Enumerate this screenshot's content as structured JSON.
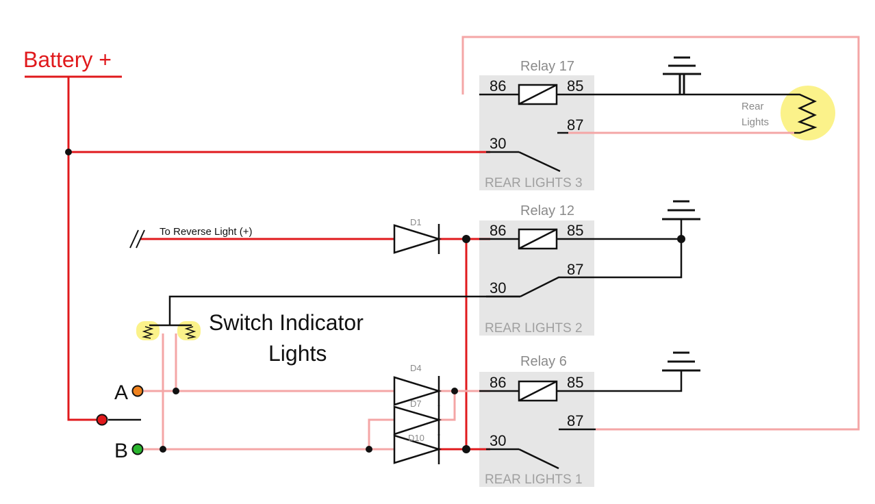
{
  "battery": {
    "label": "Battery +"
  },
  "reverse": {
    "label": "To Reverse Light (+)"
  },
  "indicator": {
    "line1": "Switch Indicator",
    "line2": "Lights"
  },
  "rear_lights": {
    "line1": "Rear",
    "line2": "Lights"
  },
  "switch_a": {
    "label": "A"
  },
  "switch_b": {
    "label": "B"
  },
  "relays": [
    {
      "title": "Relay 17",
      "subtitle": "REAR LIGHTS 3",
      "pin86": "86",
      "pin85": "85",
      "pin87": "87",
      "pin30": "30"
    },
    {
      "title": "Relay 12",
      "subtitle": "REAR LIGHTS 2",
      "pin86": "86",
      "pin85": "85",
      "pin87": "87",
      "pin30": "30"
    },
    {
      "title": "Relay 6",
      "subtitle": "REAR LIGHTS 1",
      "pin86": "86",
      "pin85": "85",
      "pin87": "87",
      "pin30": "30"
    }
  ],
  "diodes": [
    "D1",
    "D4",
    "D7",
    "D10"
  ],
  "colors": {
    "power_wire": "#e0191c",
    "signal_wire": "#f4a6a6",
    "ground_wire": "#111111",
    "relay_box": "#e6e6e6",
    "lamp_highlight": "#fbf28a",
    "switch_a_led": "#f0821e",
    "switch_b_led": "#2ab52e",
    "battery_led": "#e0191c"
  }
}
